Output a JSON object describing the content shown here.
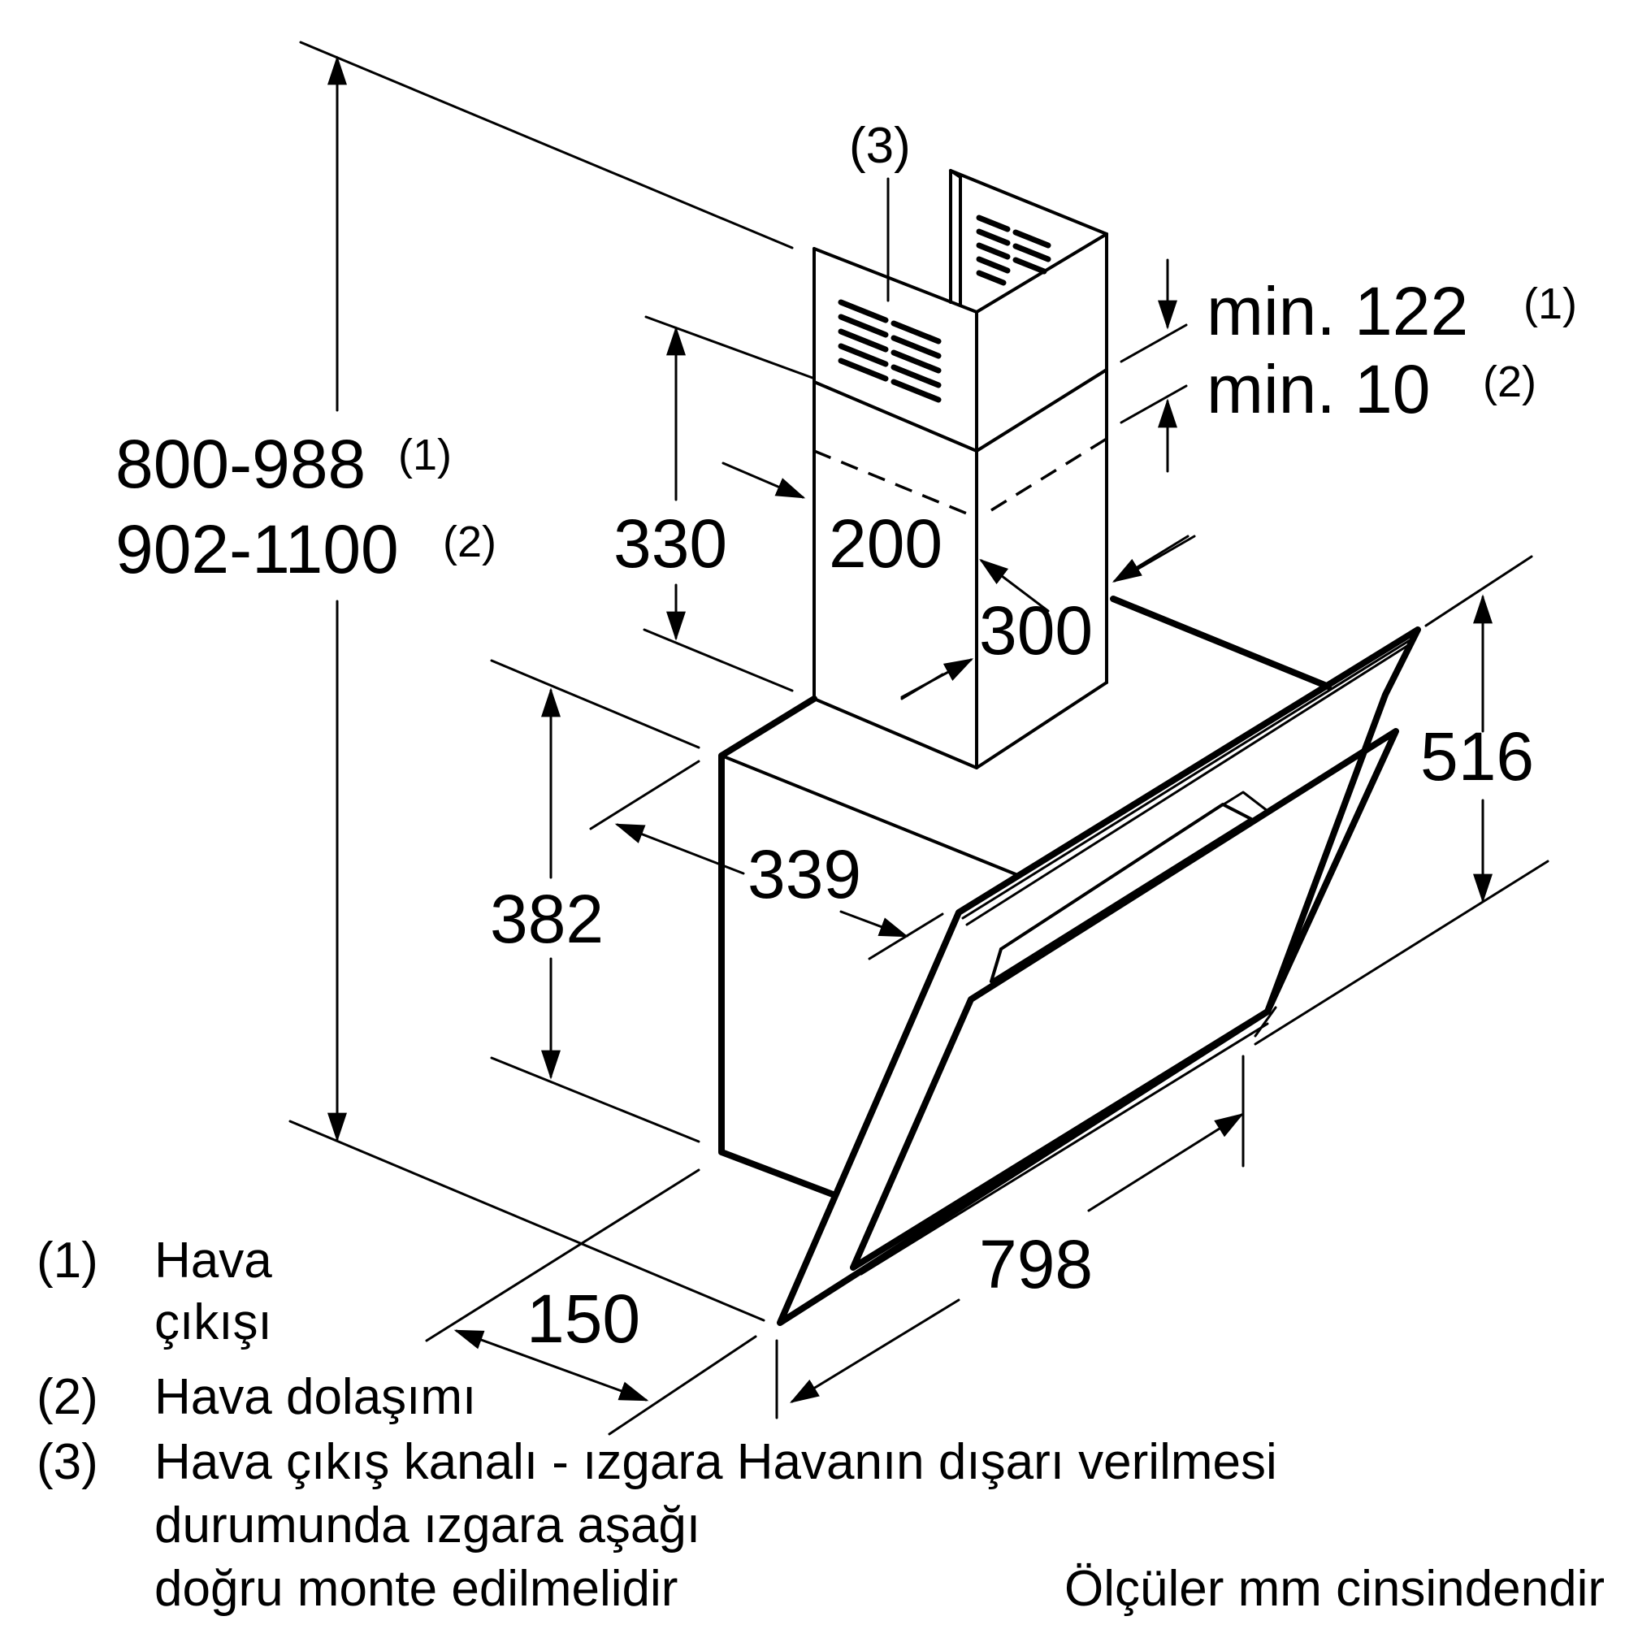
{
  "dimensions": {
    "height_total_1": "800-988",
    "height_total_1_ref": "(1)",
    "height_total_2": "902-1100",
    "height_total_2_ref": "(2)",
    "chimney_height": "330",
    "chimney_width": "200",
    "chimney_depth": "300",
    "min_outlet_value": "min. 122",
    "min_outlet_ref": "(1)",
    "min_recirc_value": "min. 10",
    "min_recirc_ref": "(2)",
    "body_height": "382",
    "body_depth": "339",
    "glass_height": "516",
    "width": "798",
    "bottom_depth": "150",
    "grille_callout": "(3)"
  },
  "notes": [
    {
      "ref": "(1)",
      "line1": "Hava",
      "line2": "çıkışı"
    },
    {
      "ref": "(2)",
      "line1": "Hava dolaşımı"
    },
    {
      "ref": "(3)",
      "line1": "Hava çıkış kanalı - ızgara Havanın dışarı verilmesi",
      "line2": "durumunda ızgara aşağı",
      "line3": "doğru monte edilmelidir"
    }
  ],
  "units_note": "Ölçüler mm cinsindendir"
}
